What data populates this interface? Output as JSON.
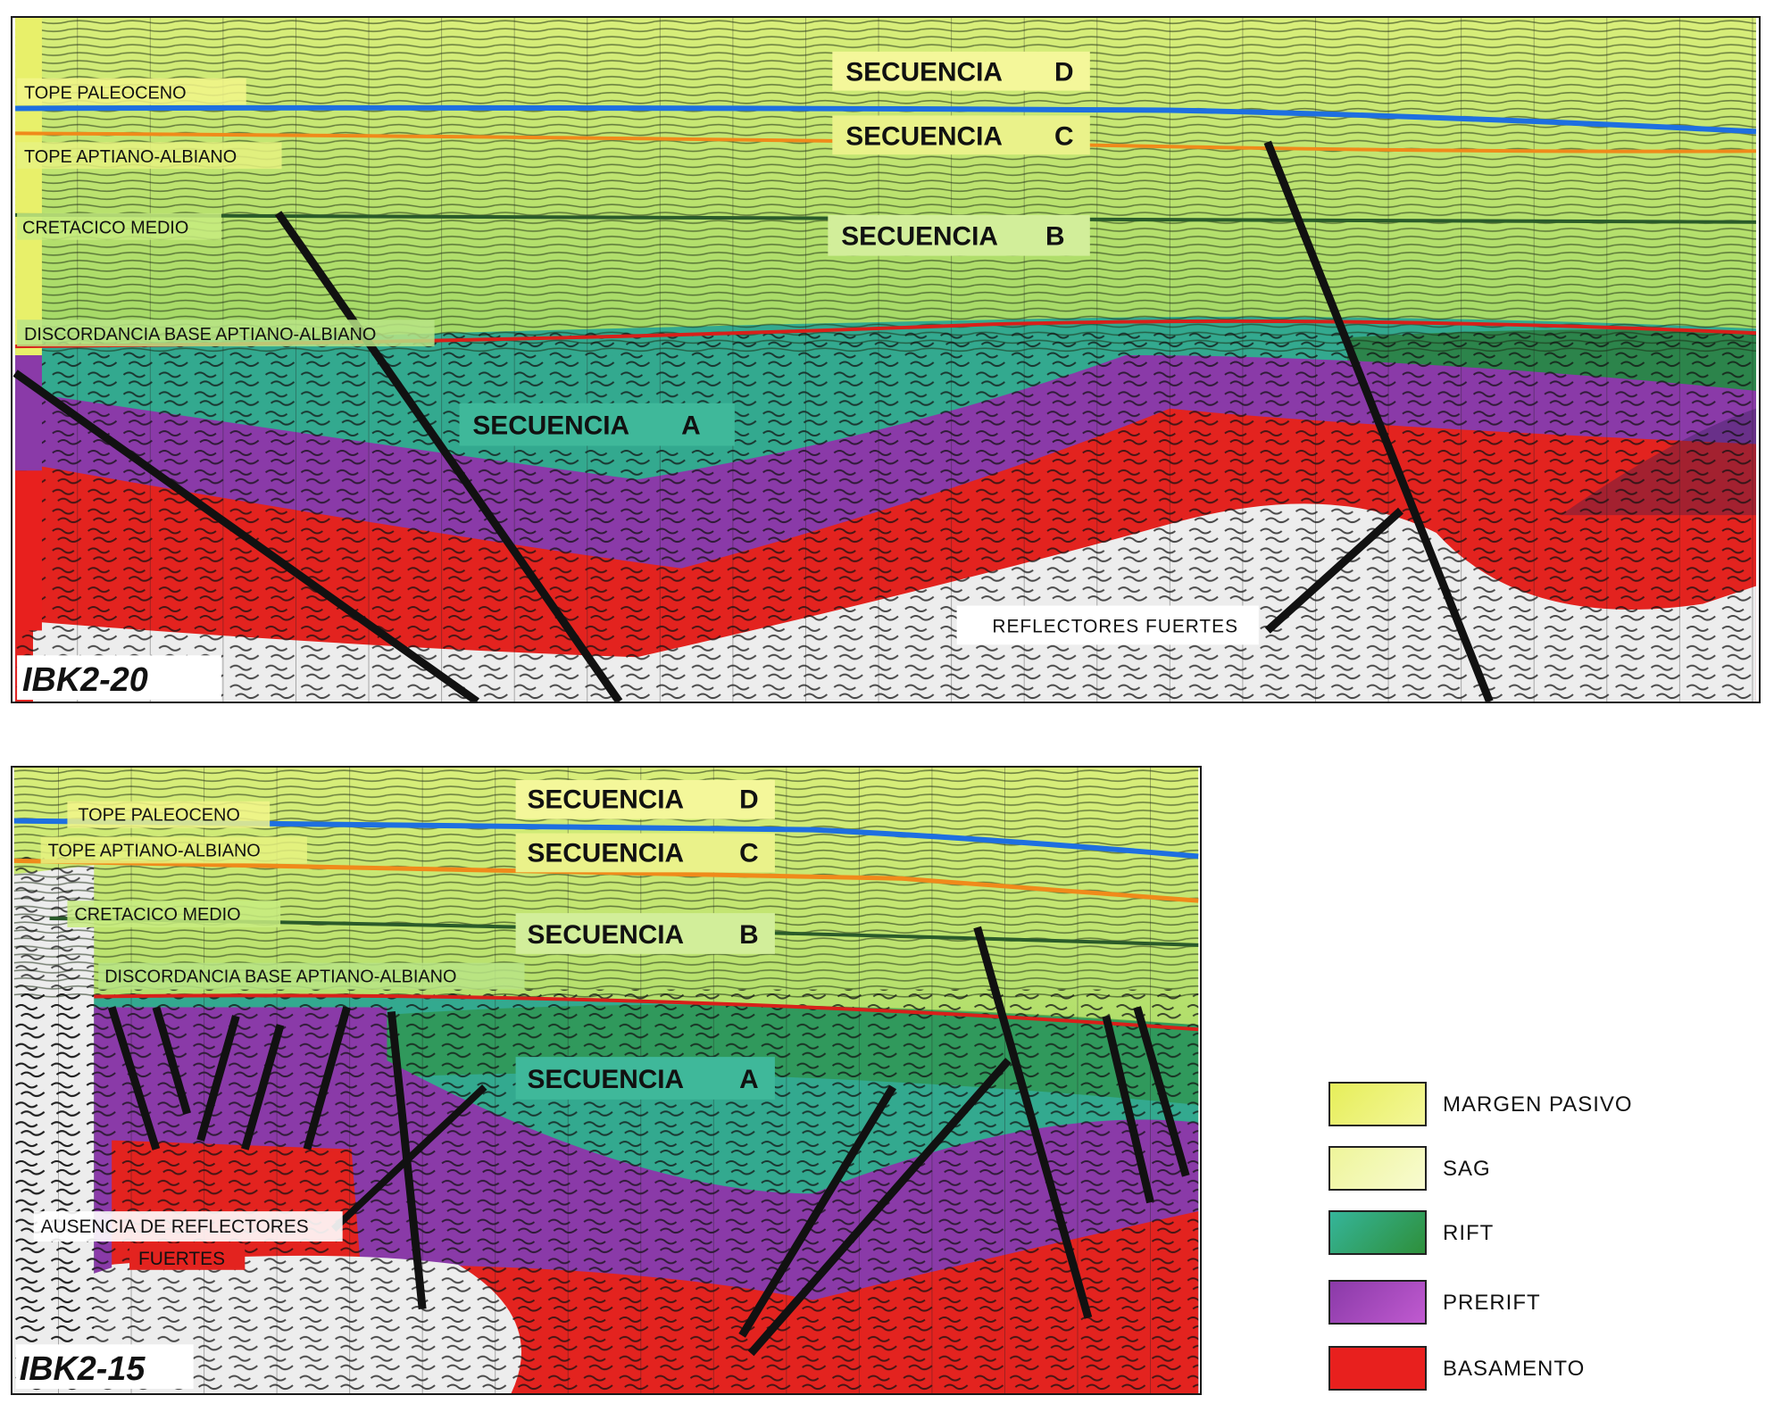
{
  "colors": {
    "margen_pasivo": "#e8f06a",
    "sag": "#eef59a",
    "rift_a": "#35b59a",
    "rift_b": "#2e8f3a",
    "prerift": "#8a3aa8",
    "basamento": "#e8201e",
    "reflectores": "#e9e9e9",
    "upper_green": "#8fcf58",
    "blue_line": "#1e6fe0",
    "red_line": "#d8201a",
    "orange_line": "#f08a1a",
    "fault": "#111111"
  },
  "section1": {
    "name": "IBK2-20",
    "sequences": [
      {
        "prefix": "SECUENCIA",
        "letter": "D"
      },
      {
        "prefix": "SECUENCIA",
        "letter": "C"
      },
      {
        "prefix": "SECUENCIA",
        "letter": "B"
      },
      {
        "prefix": "SECUENCIA",
        "letter": "A"
      }
    ],
    "horizons": [
      "TOPE PALEOCENO",
      "TOPE APTIANO-ALBIANO",
      "CRETACICO MEDIO",
      "DISCORDANCIA BASE APTIANO-ALBIANO"
    ],
    "note": "REFLECTORES FUERTES"
  },
  "section2": {
    "name": "IBK2-15",
    "sequences": [
      {
        "prefix": "SECUENCIA",
        "letter": "D"
      },
      {
        "prefix": "SECUENCIA",
        "letter": "C"
      },
      {
        "prefix": "SECUENCIA",
        "letter": "B"
      },
      {
        "prefix": "SECUENCIA",
        "letter": "A"
      }
    ],
    "horizons": [
      "TOPE PALEOCENO",
      "TOPE APTIANO-ALBIANO",
      "CRETACICO MEDIO",
      "DISCORDANCIA BASE APTIANO-ALBIANO"
    ],
    "note": [
      "AUSENCIA DE REFLECTORES",
      "FUERTES"
    ]
  },
  "legend": [
    {
      "label": "MARGEN PASIVO",
      "color": "#e6ee5a",
      "color2": "#f4f79a"
    },
    {
      "label": "SAG",
      "color": "#eef59a",
      "color2": "#f8fbd0"
    },
    {
      "label": "RIFT",
      "color": "#35b59a",
      "color2": "#2e8f3a"
    },
    {
      "label": "PRERIFT",
      "color": "#8a3aa8",
      "color2": "#c05ad0"
    },
    {
      "label": "BASAMENTO",
      "color": "#e8201e",
      "color2": "#e8201e"
    }
  ]
}
